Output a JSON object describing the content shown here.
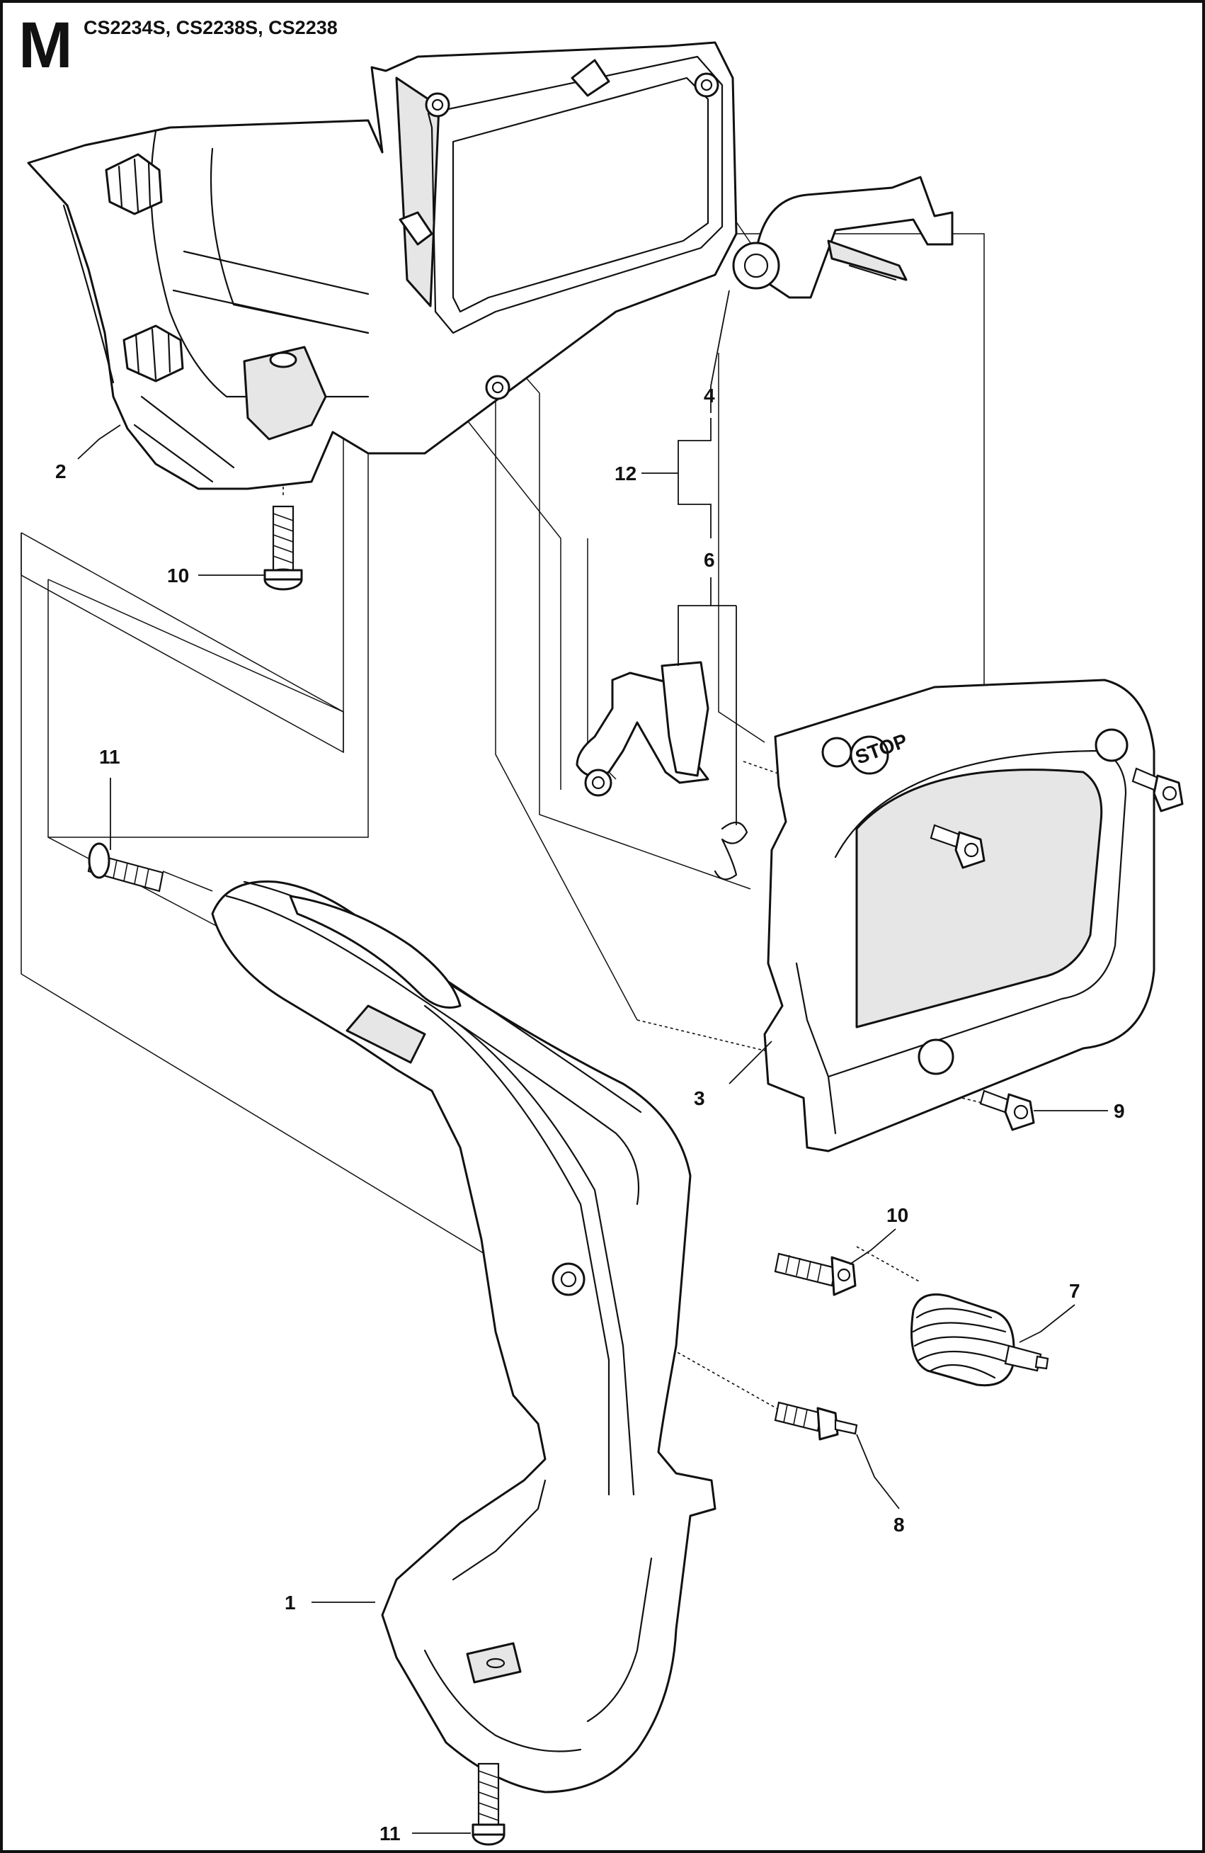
{
  "sheet": {
    "letter": "M",
    "models": "CS2234S, CS2238S, CS2238"
  },
  "callouts": {
    "c1": "1",
    "c2": "2",
    "c3": "3",
    "c4": "4",
    "c6": "6",
    "c7": "7",
    "c8": "8",
    "c9": "9",
    "c10a": "10",
    "c10b": "10",
    "c11a": "11",
    "c11b": "11",
    "c12": "12"
  },
  "labels": {
    "stop": "STOP"
  },
  "colors": {
    "ink": "#111111",
    "paper": "#ffffff",
    "shade": "#e6e6e6"
  }
}
